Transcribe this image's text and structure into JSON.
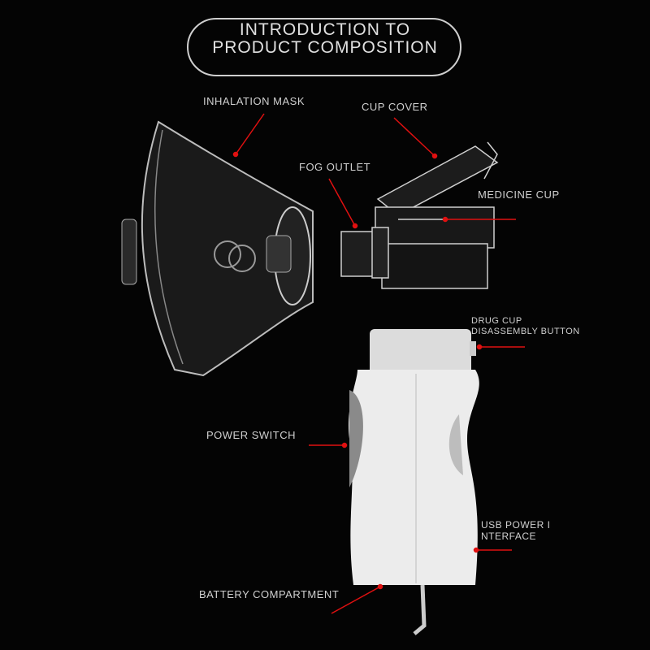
{
  "title": {
    "line1": "INTRODUCTION TO",
    "line2": "PRODUCT COMPOSITION"
  },
  "labels": {
    "inhalation_mask": "INHALATION MASK",
    "cup_cover": "CUP COVER",
    "fog_outlet": "FOG OUTLET",
    "medicine_cup": "MEDICINE CUP",
    "drug_cup_button_1": "DRUG CUP",
    "drug_cup_button_2": "DISASSEMBLY BUTTON",
    "power_switch": "POWER SWITCH",
    "usb_1": "USB POWER I",
    "usb_2": "NTERFACE",
    "battery": "BATTERY COMPARTMENT"
  },
  "colors": {
    "background": "#040404",
    "pointer": "#e01010",
    "text": "#d0d0d0"
  }
}
